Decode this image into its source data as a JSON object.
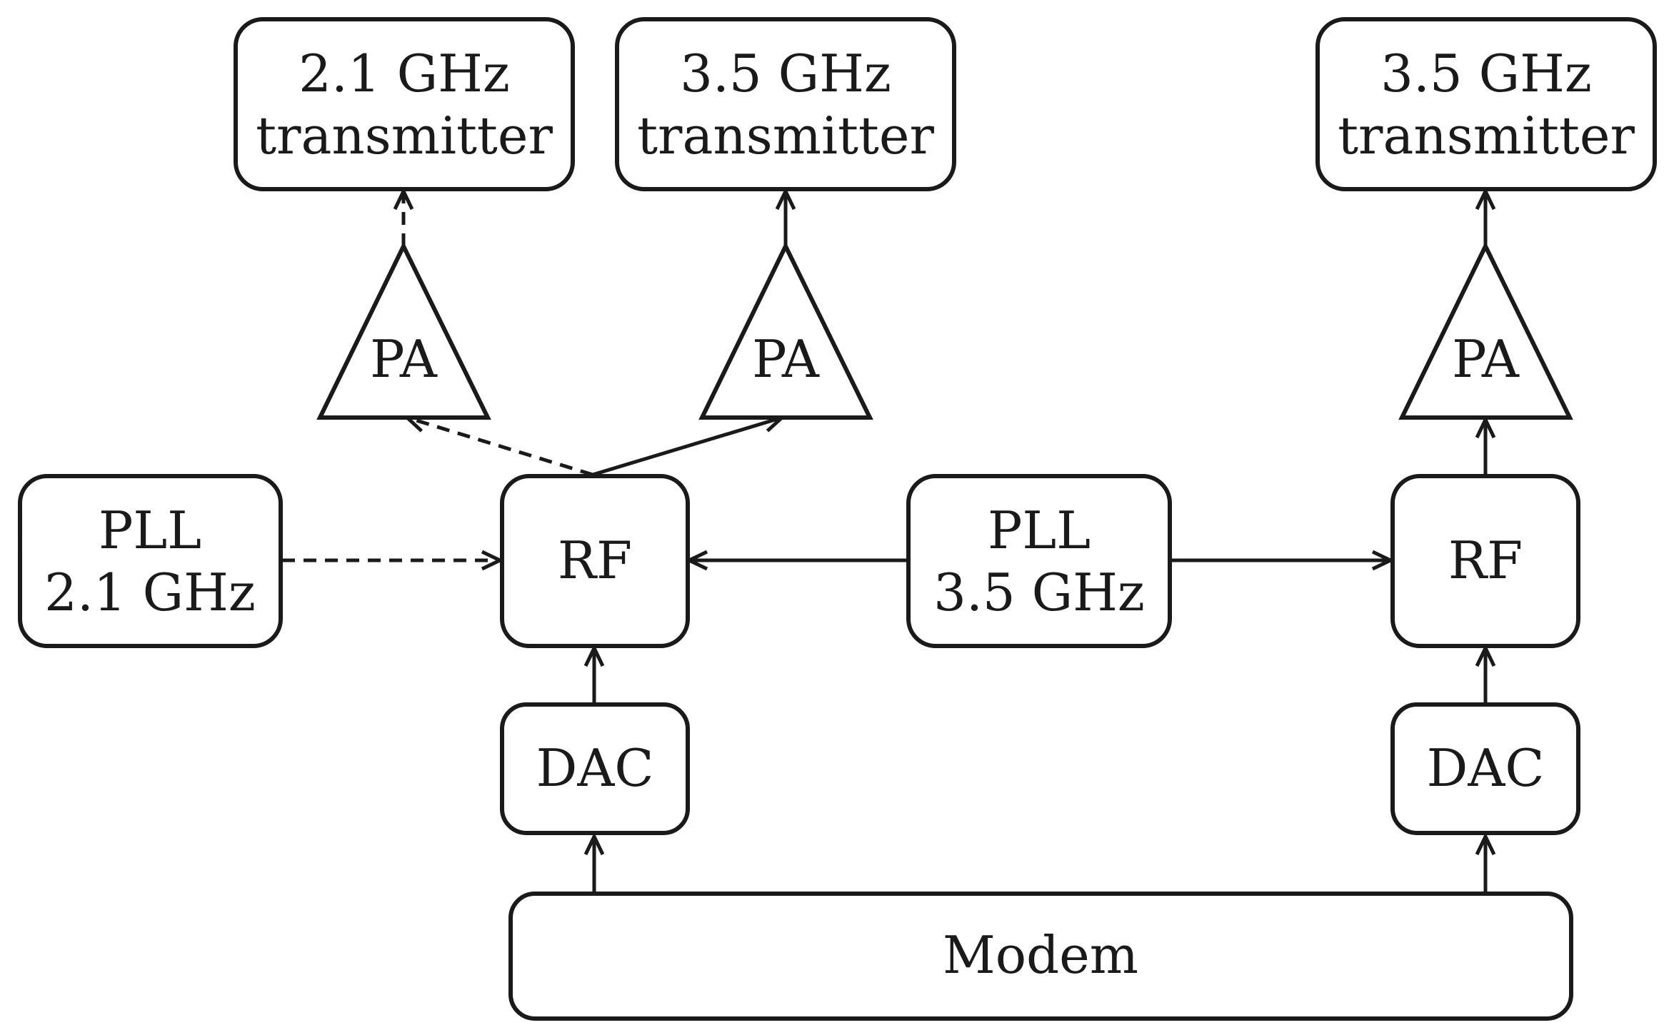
{
  "diagram": {
    "tx_21_label": [
      "2.1 GHz",
      "transmitter"
    ],
    "tx_35a_label": [
      "3.5 GHz",
      "transmitter"
    ],
    "tx_35b_label": [
      "3.5 GHz",
      "transmitter"
    ],
    "pa1_label": "PA",
    "pa2_label": "PA",
    "pa3_label": "PA",
    "pll_21_label": [
      "PLL",
      "2.1 GHz"
    ],
    "pll_35_label": [
      "PLL",
      "3.5 GHz"
    ],
    "rf1_label": "RF",
    "rf2_label": "RF",
    "dac1_label": "DAC",
    "dac2_label": "DAC",
    "modem_label": "Modem"
  }
}
